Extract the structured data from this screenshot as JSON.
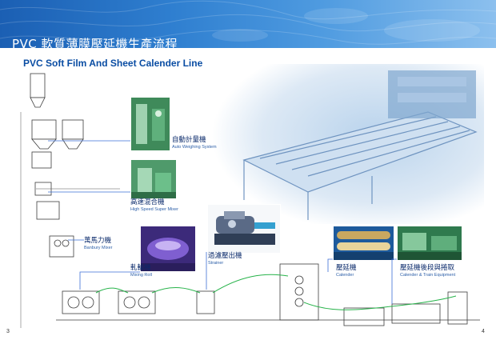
{
  "header": {
    "title_zh": "PVC 軟質薄膜壓延機生產流程",
    "title_en": "PVC Soft Film And Sheet Calender Line"
  },
  "stages": [
    {
      "zh": "自動計量機",
      "en": "Auto Weighing System"
    },
    {
      "zh": "高速混合機",
      "en": "High Speed Super Mixer"
    },
    {
      "zh": "萬馬力機",
      "en": "Banbury Mixer"
    },
    {
      "zh": "軋輪機",
      "en": "Mixing Roll"
    },
    {
      "zh": "過濾壓出機",
      "en": "Strainer"
    },
    {
      "zh": "壓延機",
      "en": "Calender"
    },
    {
      "zh": "壓延機後段與捲取",
      "en": "Calender & Train Equipment"
    }
  ],
  "pages": {
    "left": "3",
    "right": "4"
  },
  "colors": {
    "banner": "#2f7fd0",
    "title_en": "#0a4da3",
    "line_blue": "#3d6fd6",
    "line_green": "#27b34a"
  }
}
